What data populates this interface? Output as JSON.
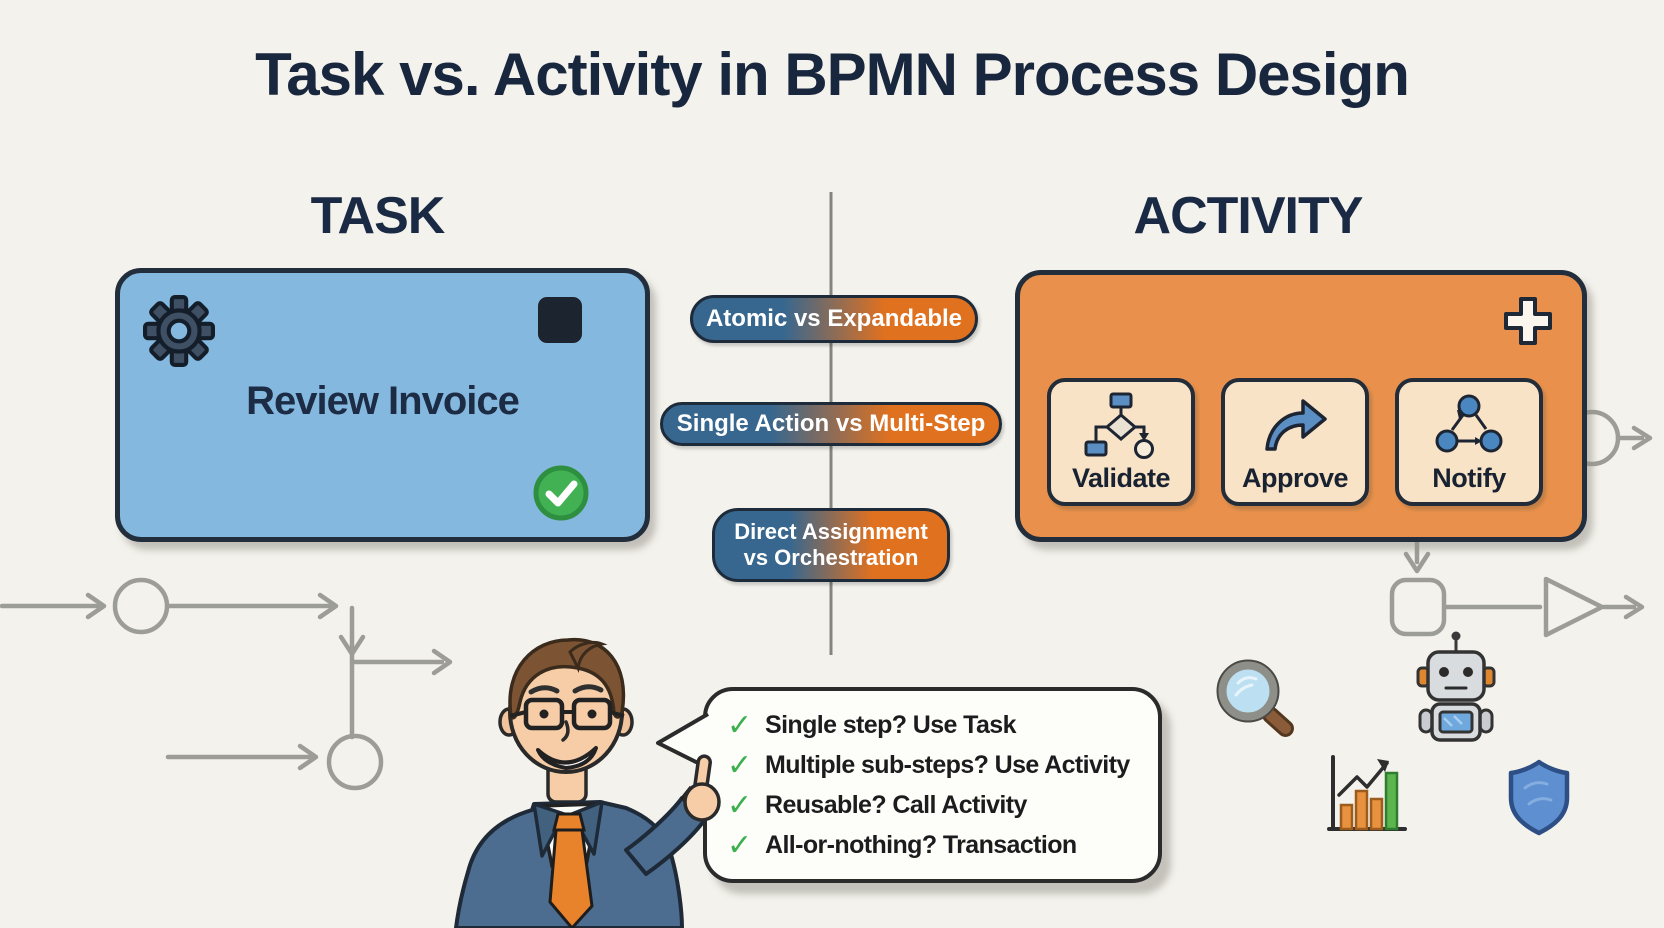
{
  "title": "Task vs. Activity in BPMN Process Design",
  "task_section": {
    "heading": "TASK",
    "box_label": "Review Invoice",
    "icons": [
      "gear-icon",
      "square-marker-icon",
      "check-circle-icon"
    ]
  },
  "activity_section": {
    "heading": "ACTIVITY",
    "icons": [
      "plus-icon"
    ],
    "sub_boxes": [
      {
        "label": "Validate",
        "icon": "flowchart-icon"
      },
      {
        "label": "Approve",
        "icon": "forward-arrow-icon"
      },
      {
        "label": "Notify",
        "icon": "network-nodes-icon"
      }
    ]
  },
  "comparison_pills": {
    "pill1": {
      "label": "Atomic vs Expandable"
    },
    "pill2": {
      "label": "Single Action vs Multi-Step"
    },
    "pill3": {
      "line1": "Direct Assignment",
      "line2": "vs Orchestration"
    }
  },
  "decision_bubble": {
    "check_glyph": "✓",
    "items": [
      {
        "text": "Single step? Use Task"
      },
      {
        "text": "Multiple sub-steps? Use Activity"
      },
      {
        "text": "Reusable? Call Activity"
      },
      {
        "text": "All-or-nothing? Transaction"
      }
    ]
  },
  "decorative_icons": [
    "magnifier-icon",
    "robot-icon",
    "growth-chart-icon",
    "shield-icon",
    "presenter-character"
  ],
  "colors": {
    "background": "#f4f2ec",
    "heading_navy": "#1b2a44",
    "task_blue": "#85b8df",
    "activity_orange": "#e9914c",
    "subbox_cream": "#f9e3c7",
    "pill_blue": "#37678f",
    "pill_orange": "#e0711f",
    "check_green": "#3cb04c",
    "sketch_gray": "#9d9d97"
  }
}
